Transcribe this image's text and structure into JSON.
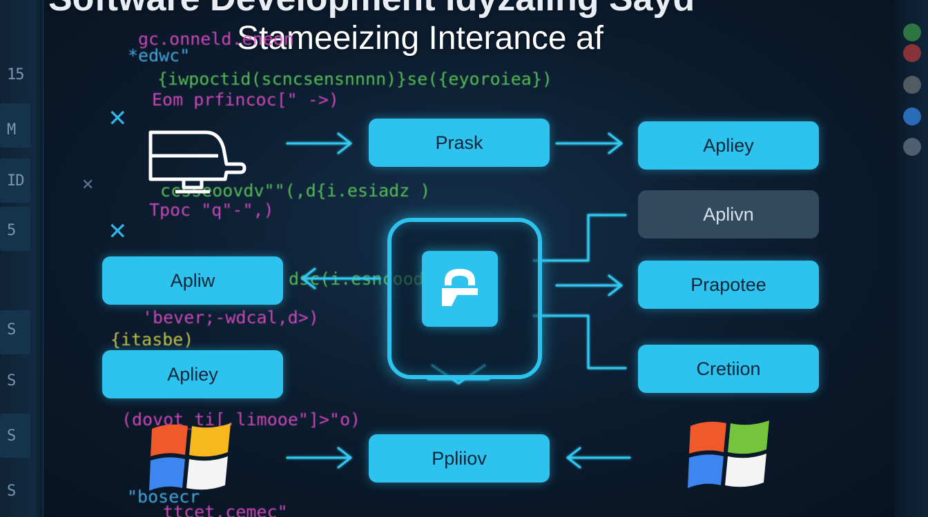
{
  "title": {
    "main": "Software Development Idyzaling Sayd",
    "subtitle": "Stameeizing  Interance af"
  },
  "rail_left_labels": [
    "15",
    "M",
    "ID",
    "5",
    "S",
    "S",
    "S",
    "S"
  ],
  "code_lines": [
    {
      "text": "gc.onneld.eneon",
      "color": "pink"
    },
    {
      "text": "*edwc\"",
      "color": "blue"
    },
    {
      "text": "{iwpoctid(scncsensnnnn)}se({eyoroiea})",
      "color": "green"
    },
    {
      "text": "Eom prfincoc[\"  ->)",
      "color": "pink"
    },
    {
      "text": "ccsseoovdv\"\"(,d{i.esiadz )",
      "color": "green"
    },
    {
      "text": "Tpoc  \"q\"-\",)",
      "color": "pink"
    },
    {
      "text": "dsc(i.esncoodeb)",
      "color": "green"
    },
    {
      "text": "'bever;-wdcal,d>)",
      "color": "pink"
    },
    {
      "text": "{itasbe)",
      "color": "yellow"
    },
    {
      "text": "(dovot_ti[.limooe\"]>\"o)",
      "color": "pink"
    },
    {
      "text": "\"bosecr",
      "color": "blue"
    },
    {
      "text": "ttcet.cemec\"",
      "color": "pink"
    }
  ],
  "boxes": {
    "top_center": "Prask",
    "top_right": "Apliey",
    "right_2": "Aplivn",
    "right_3": "Prapotee",
    "right_4": "Cretiion",
    "left_1": "Apliw",
    "left_2": "Apliey",
    "bottom_center": "Ppliiov"
  },
  "colors": {
    "accent": "#2ec3ee",
    "box_text": "#10263a",
    "muted_box": "#33495e",
    "background": "#0b1a2c"
  },
  "icons": [
    "ssd-drive-icon",
    "lock-icon",
    "windows-logo-icon",
    "close-icon"
  ]
}
